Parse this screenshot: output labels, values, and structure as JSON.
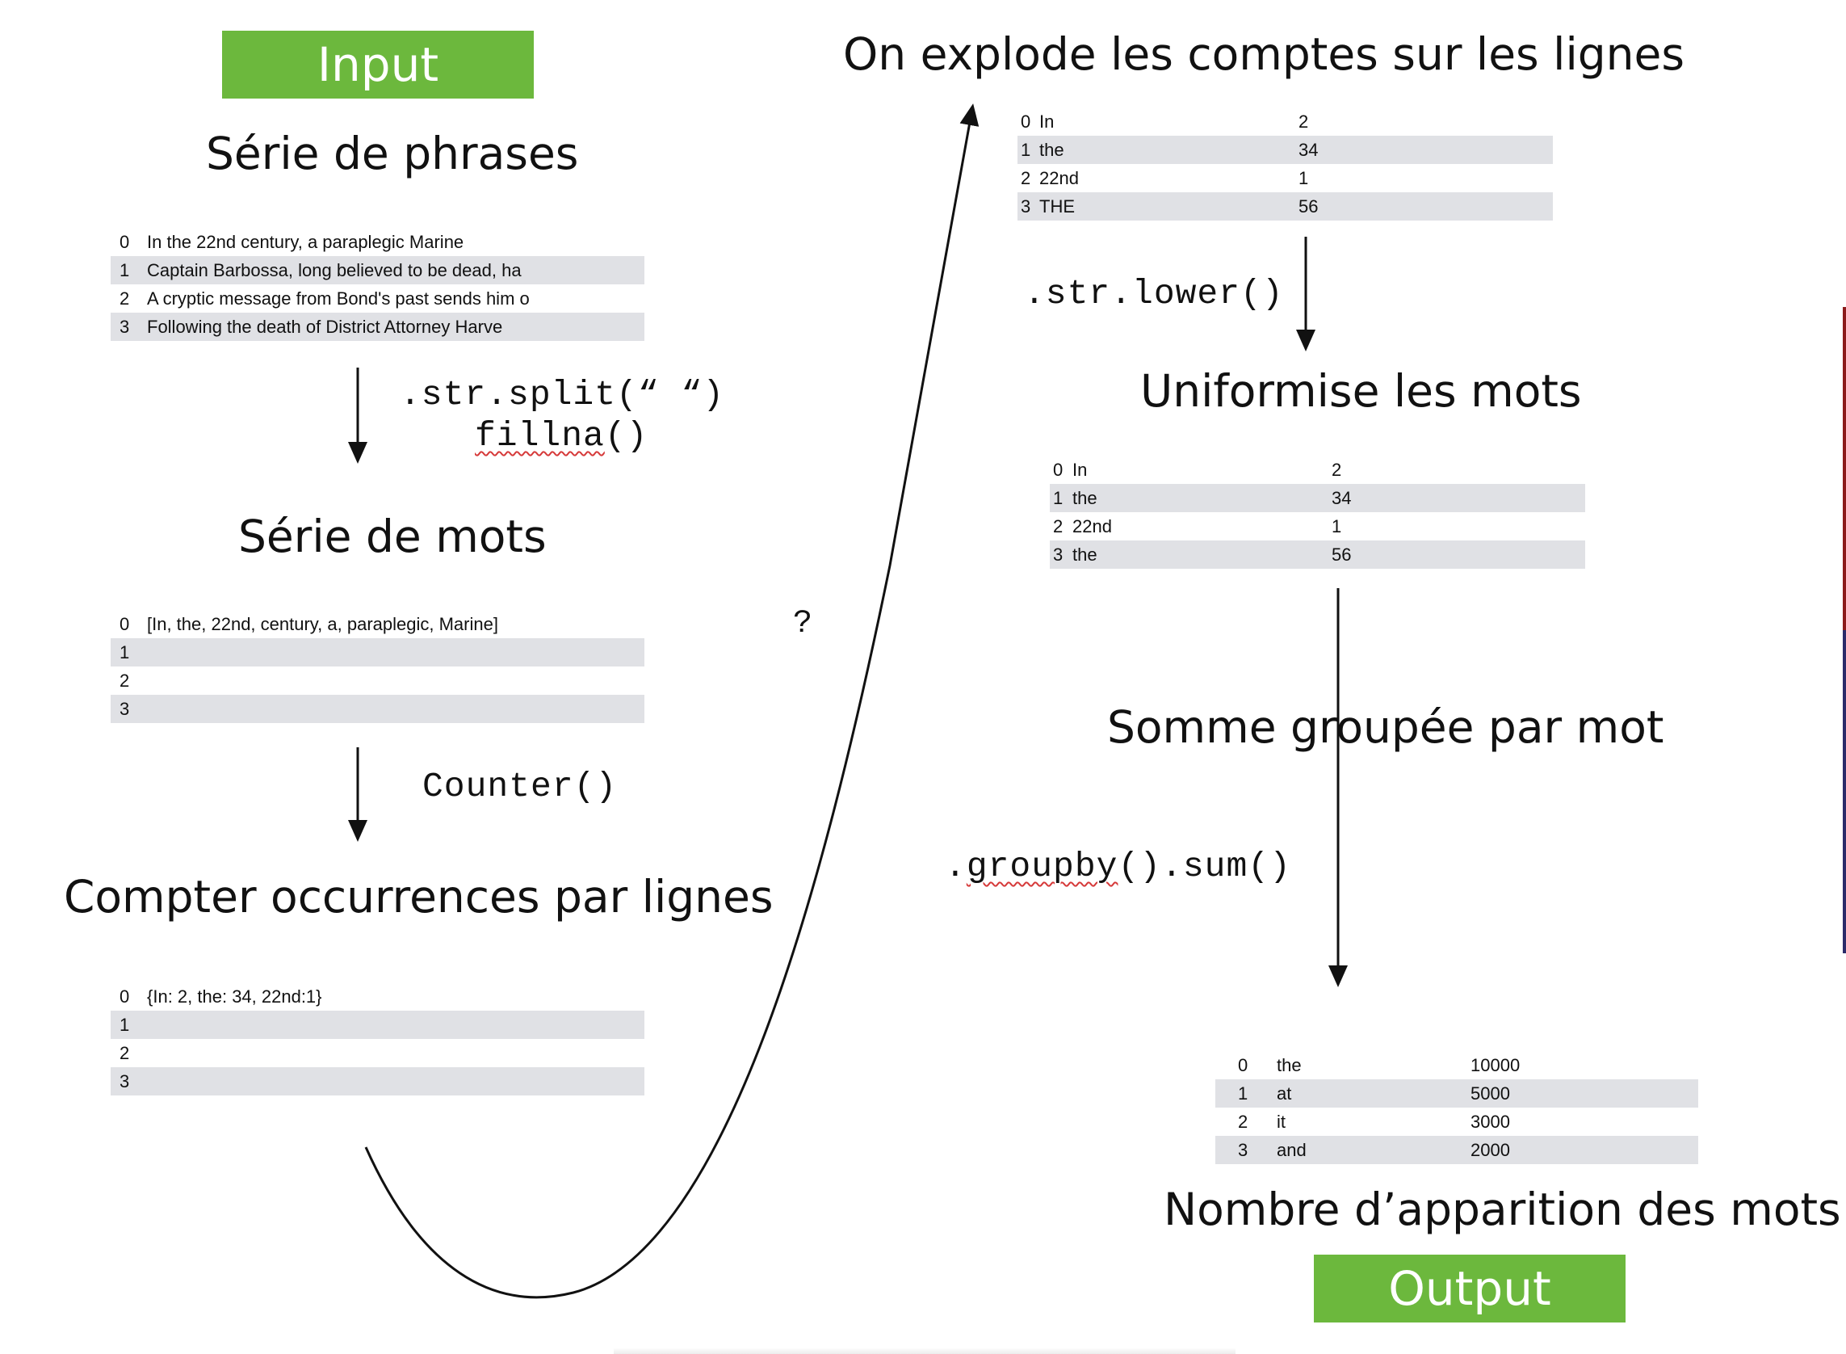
{
  "badges": {
    "input": "Input",
    "output": "Output"
  },
  "left": {
    "phrases_title": "Série de phrases",
    "phrases_rows": [
      {
        "index": "0",
        "text": "In the 22nd century, a paraplegic Marine"
      },
      {
        "index": "1",
        "text": "Captain Barbossa, long believed to be dead, ha"
      },
      {
        "index": "2",
        "text": "A cryptic message from Bond's past sends him o"
      },
      {
        "index": "3",
        "text": "Following the death of District Attorney Harve"
      }
    ],
    "split_code_1": ".str.split(“ “)",
    "split_code_2a": "fillna",
    "split_code_2b": "()",
    "mots_title": "Série de mots",
    "mots_rows": [
      {
        "index": "0",
        "text": "[In, the, 22nd, century, a, paraplegic, Marine]"
      },
      {
        "index": "1",
        "text": ""
      },
      {
        "index": "2",
        "text": ""
      },
      {
        "index": "3",
        "text": ""
      }
    ],
    "counter_code": "Counter()",
    "count_title": "Compter occurrences par lignes",
    "count_rows": [
      {
        "index": "0",
        "text": "{In: 2, the: 34, 22nd:1}"
      },
      {
        "index": "1",
        "text": ""
      },
      {
        "index": "2",
        "text": ""
      },
      {
        "index": "3",
        "text": ""
      }
    ]
  },
  "question_mark": "?",
  "right": {
    "explode_title": "On explode les comptes sur les lignes",
    "explode_rows": [
      {
        "index": "0",
        "word": "In",
        "count": "2"
      },
      {
        "index": "1",
        "word": "the",
        "count": "34"
      },
      {
        "index": "2",
        "word": "22nd",
        "count": "1"
      },
      {
        "index": "3",
        "word": "THE",
        "count": "56"
      }
    ],
    "lower_code": ".str.lower()",
    "uniform_title": "Uniformise les mots",
    "uniform_rows": [
      {
        "index": "0",
        "word": "In",
        "count": "2"
      },
      {
        "index": "1",
        "word": "the",
        "count": "34"
      },
      {
        "index": "2",
        "word": "22nd",
        "count": "1"
      },
      {
        "index": "3",
        "word": "the",
        "count": "56"
      }
    ],
    "group_title": "Somme groupée par mot",
    "group_code_a": ".",
    "group_code_b": "groupby",
    "group_code_c": "().sum()",
    "output_rows": [
      {
        "index": "0",
        "word": "the",
        "count": "10000"
      },
      {
        "index": "1",
        "word": "at",
        "count": "5000"
      },
      {
        "index": "2",
        "word": "it",
        "count": "3000"
      },
      {
        "index": "3",
        "word": "and",
        "count": "2000"
      }
    ],
    "output_title": "Nombre d’apparition des mots"
  },
  "colors": {
    "badge_green": "#6cb83d",
    "row_shade": "#e0e1e5"
  }
}
